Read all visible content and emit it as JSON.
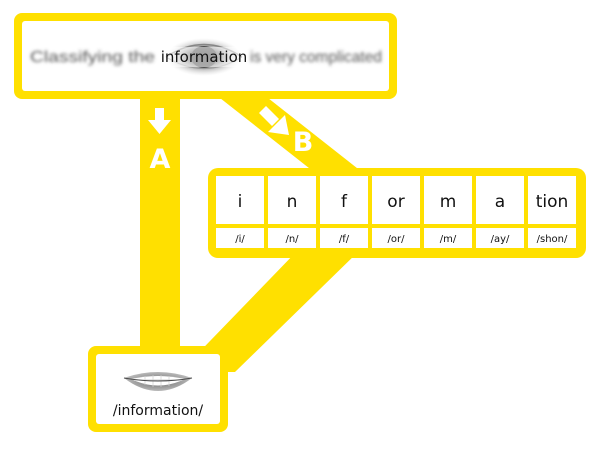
{
  "source_box": {
    "word": "information",
    "blur_left": "Classifying the",
    "blur_right": "is very complicated"
  },
  "path_labels": {
    "a": "A",
    "b": "B"
  },
  "segments": [
    {
      "grapheme": "i",
      "phoneme": "/i/"
    },
    {
      "grapheme": "n",
      "phoneme": "/n/"
    },
    {
      "grapheme": "f",
      "phoneme": "/f/"
    },
    {
      "grapheme": "or",
      "phoneme": "/or/"
    },
    {
      "grapheme": "m",
      "phoneme": "/m/"
    },
    {
      "grapheme": "a",
      "phoneme": "/ay/"
    },
    {
      "grapheme": "tion",
      "phoneme": "/shon/"
    }
  ],
  "result_box": {
    "pronunciation": "/information/"
  },
  "colors": {
    "accent": "#FFE000",
    "text": "#111111",
    "box_fill": "#ffffff"
  },
  "icons": [
    "eye-icon",
    "mouth-icon",
    "arrow-down-icon",
    "arrow-diagonal-icon"
  ]
}
